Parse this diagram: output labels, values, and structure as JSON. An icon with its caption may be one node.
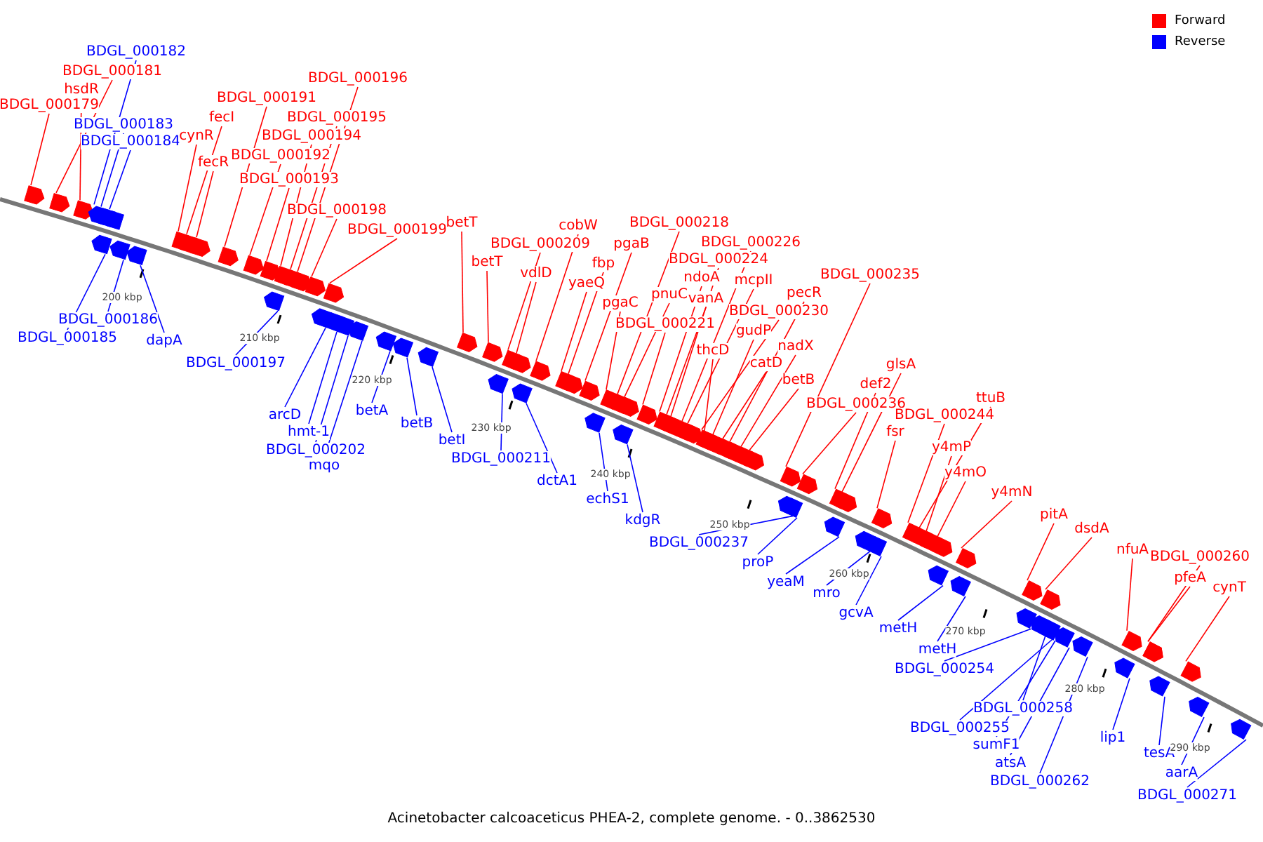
{
  "diagram": {
    "caption": "Acinetobacter calcoaceticus PHEA-2, complete genome. - 0..3862530",
    "nodes": [
      {
        "text": [
          "BDGL_000179"
        ]
      },
      {
        "text": [
          "BDGL_000181"
        ]
      },
      {
        "text": [
          "hsdR"
        ]
      },
      {
        "text": [
          "BDGL_000182"
        ]
      },
      {
        "text": [
          "BDGL_000183"
        ]
      },
      {
        "text": [
          "BDGL_000184"
        ]
      },
      {
        "text": [
          "BDGL_000191"
        ]
      },
      {
        "text": [
          "fecI"
        ]
      },
      {
        "text": [
          "cynR"
        ]
      },
      {
        "text": [
          "fecR"
        ]
      },
      {
        "text": [
          "BDGL_000192"
        ]
      },
      {
        "text": [
          "BDGL_000193"
        ]
      },
      {
        "text": [
          "BDGL_000194"
        ]
      },
      {
        "text": [
          "BDGL_000195"
        ]
      },
      {
        "text": [
          "BDGL_000196"
        ]
      },
      {
        "text": [
          "BDGL_000198"
        ]
      },
      {
        "text": [
          "BDGL_000199"
        ]
      },
      {
        "text": [
          "betT"
        ]
      },
      {
        "text": [
          "betT"
        ]
      },
      {
        "text": [
          "BDGL_000209"
        ]
      },
      {
        "text": [
          "vdlD"
        ]
      },
      {
        "text": [
          "cobW"
        ]
      },
      {
        "text": [
          "yaeQ"
        ]
      },
      {
        "text": [
          "fbp"
        ]
      },
      {
        "text": [
          "pgaB"
        ]
      },
      {
        "text": [
          "BDGL_000218"
        ]
      },
      {
        "text": [
          "pgaC"
        ]
      },
      {
        "text": [
          "pnuC"
        ]
      },
      {
        "text": [
          "BDGL_000221"
        ]
      },
      {
        "text": [
          "ndoA"
        ]
      },
      {
        "text": [
          "vanA"
        ]
      },
      {
        "text": [
          "BDGL_000224"
        ]
      },
      {
        "text": [
          "BDGL_000226"
        ]
      },
      {
        "text": [
          "mcpII"
        ]
      },
      {
        "text": [
          "BDGL_000230"
        ]
      },
      {
        "text": [
          "thcD"
        ]
      },
      {
        "text": [
          "gudP"
        ]
      },
      {
        "text": [
          "catD"
        ]
      },
      {
        "text": [
          "pecR"
        ]
      },
      {
        "text": [
          "nadX"
        ]
      },
      {
        "text": [
          "betB"
        ]
      },
      {
        "text": [
          "BDGL_000235"
        ]
      },
      {
        "text": [
          "BDGL_000236"
        ]
      },
      {
        "text": [
          "glsA"
        ]
      },
      {
        "text": [
          "def2"
        ]
      },
      {
        "text": [
          "fsr"
        ]
      },
      {
        "text": [
          "BDGL_000244"
        ]
      },
      {
        "text": [
          "ttuB"
        ]
      },
      {
        "text": [
          "y4mP"
        ]
      },
      {
        "text": [
          "y4mO"
        ]
      },
      {
        "text": [
          "y4mN"
        ]
      },
      {
        "text": [
          "pitA"
        ]
      },
      {
        "text": [
          "dsdA"
        ]
      },
      {
        "text": [
          "nfuA"
        ]
      },
      {
        "text": [
          "BDGL_000260"
        ]
      },
      {
        "text": [
          "pfeA"
        ]
      },
      {
        "text": [
          "cynT"
        ]
      },
      {
        "text": [
          "BDGL_000185"
        ]
      },
      {
        "text": [
          "BDGL_000186"
        ]
      },
      {
        "text": [
          "dapA"
        ]
      },
      {
        "text": [
          "BDGL_000197"
        ]
      },
      {
        "text": [
          "arcD"
        ]
      },
      {
        "text": [
          "hmt-1"
        ]
      },
      {
        "text": [
          "BDGL_000202"
        ]
      },
      {
        "text": [
          "mqo"
        ]
      },
      {
        "text": [
          "betA"
        ]
      },
      {
        "text": [
          "betB"
        ]
      },
      {
        "text": [
          "betI"
        ]
      },
      {
        "text": [
          "BDGL_000211"
        ]
      },
      {
        "text": [
          "dctA1"
        ]
      },
      {
        "text": [
          "echS1"
        ]
      },
      {
        "text": [
          "kdgR"
        ]
      },
      {
        "text": [
          "BDGL_000237"
        ]
      },
      {
        "text": [
          "proP"
        ]
      },
      {
        "text": [
          "yeaM"
        ]
      },
      {
        "text": [
          "mro"
        ]
      },
      {
        "text": [
          "gcvA"
        ]
      },
      {
        "text": [
          "metH"
        ]
      },
      {
        "text": [
          "metH"
        ]
      },
      {
        "text": [
          "BDGL_000254"
        ]
      },
      {
        "text": [
          "BDGL_000258"
        ]
      },
      {
        "text": [
          "BDGL_000255"
        ]
      },
      {
        "text": [
          "sumF1"
        ]
      },
      {
        "text": [
          "atsA"
        ]
      },
      {
        "text": [
          "BDGL_000262"
        ]
      },
      {
        "text": [
          "lip1"
        ]
      },
      {
        "text": [
          "tesA"
        ]
      },
      {
        "text": [
          "aarA"
        ]
      },
      {
        "text": [
          "BDGL_000271"
        ]
      },
      {
        "text": [],
        "shape": "box"
      },
      {
        "text": [],
        "shape": "box"
      },
      {
        "text": [],
        "shape": "box"
      },
      {
        "text": [],
        "shape": "box"
      },
      {
        "text": [],
        "shape": "box"
      },
      {
        "text": [],
        "shape": "box"
      },
      {
        "text": [],
        "shape": "box"
      },
      {
        "text": [],
        "shape": "box"
      },
      {
        "text": [],
        "shape": "box"
      },
      {
        "text": [],
        "shape": "box"
      },
      {
        "text": [],
        "shape": "box"
      },
      {
        "text": [],
        "shape": "box"
      },
      {
        "text": [],
        "shape": "box"
      },
      {
        "text": [],
        "shape": "box"
      },
      {
        "text": [],
        "shape": "box"
      },
      {
        "text": [],
        "shape": "box"
      },
      {
        "text": [],
        "shape": "box"
      },
      {
        "text": [],
        "shape": "box"
      },
      {
        "text": [],
        "shape": "box"
      },
      {
        "text": [],
        "shape": "box"
      },
      {
        "text": [],
        "shape": "box"
      },
      {
        "text": [],
        "shape": "box"
      },
      {
        "text": [],
        "shape": "box"
      },
      {
        "text": [],
        "shape": "box"
      },
      {
        "text": [],
        "shape": "box"
      },
      {
        "text": [],
        "shape": "box"
      },
      {
        "text": [],
        "shape": "box"
      },
      {
        "text": [],
        "shape": "box"
      },
      {
        "text": [],
        "shape": "box"
      },
      {
        "text": [],
        "shape": "box"
      },
      {
        "text": [],
        "shape": "box"
      },
      {
        "text": [],
        "shape": "box"
      },
      {
        "text": [],
        "shape": "box"
      },
      {
        "text": [],
        "shape": "box"
      },
      {
        "text": [],
        "shape": "box"
      },
      {
        "text": [],
        "shape": "box"
      },
      {
        "text": [],
        "shape": "box"
      },
      {
        "text": [],
        "shape": "box"
      },
      {
        "text": [],
        "shape": "box"
      },
      {
        "text": [],
        "shape": "box"
      },
      {
        "text": [],
        "shape": "box"
      },
      {
        "text": [],
        "shape": "box"
      },
      {
        "text": [],
        "shape": "box"
      },
      {
        "text": [],
        "shape": "box"
      },
      {
        "text": [],
        "shape": "box"
      },
      {
        "text": [],
        "shape": "box"
      },
      {
        "text": [],
        "shape": "box"
      },
      {
        "text": [],
        "shape": "box"
      },
      {
        "text": [],
        "shape": "box"
      },
      {
        "text": [],
        "shape": "box"
      },
      {
        "text": [],
        "shape": "box"
      },
      {
        "text": [],
        "shape": "box"
      },
      {
        "text": [],
        "shape": "box"
      },
      {
        "text": [],
        "shape": "box"
      },
      {
        "text": [],
        "shape": "box"
      },
      {
        "text": [],
        "shape": "box"
      },
      {
        "text": [],
        "shape": "box"
      },
      {
        "text": [],
        "shape": "box"
      },
      {
        "text": [],
        "shape": "box"
      },
      {
        "text": [],
        "shape": "box"
      },
      {
        "text": [],
        "shape": "box"
      },
      {
        "text": [],
        "shape": "box"
      },
      {
        "text": [],
        "shape": "box"
      },
      {
        "text": [],
        "shape": "box"
      },
      {
        "text": [],
        "shape": "box"
      },
      {
        "text": [],
        "shape": "box"
      },
      {
        "text": [],
        "shape": "box"
      },
      {
        "text": [],
        "shape": "box"
      },
      {
        "text": [],
        "shape": "box"
      },
      {
        "text": [],
        "shape": "box"
      },
      {
        "text": [],
        "shape": "box"
      },
      {
        "text": [],
        "shape": "box"
      },
      {
        "text": [],
        "shape": "box"
      },
      {
        "text": [],
        "shape": "box"
      },
      {
        "text": [],
        "shape": "box"
      },
      {
        "text": [],
        "shape": "box"
      },
      {
        "text": [],
        "shape": "box"
      },
      {
        "text": [],
        "shape": "box"
      },
      {
        "text": [],
        "shape": "box"
      },
      {
        "text": [],
        "shape": "box"
      },
      {
        "text": [],
        "shape": "box"
      },
      {
        "text": [],
        "shape": "box"
      },
      {
        "text": [],
        "shape": "box"
      },
      {
        "text": [],
        "shape": "box"
      },
      {
        "text": [],
        "shape": "box"
      },
      {
        "text": [],
        "shape": "box"
      },
      {
        "text": [],
        "shape": "box"
      },
      {
        "text": [],
        "shape": "box"
      },
      {
        "text": [],
        "shape": "box"
      }
    ],
    "edges": [
      {
        "from": 0,
        "to": 89,
        "arrow": "none"
      },
      {
        "from": 1,
        "to": 90,
        "arrow": "none"
      },
      {
        "from": 2,
        "to": 91,
        "arrow": "none"
      },
      {
        "from": 3,
        "to": 92,
        "arrow": "none",
        "color": "#0000ff"
      },
      {
        "from": 4,
        "to": 93,
        "arrow": "none",
        "color": "#0000ff"
      },
      {
        "from": 5,
        "to": 94,
        "arrow": "none",
        "color": "#0000ff"
      },
      {
        "from": 6,
        "to": 95,
        "arrow": "none"
      },
      {
        "from": 7,
        "to": 96,
        "arrow": "none"
      },
      {
        "from": 8,
        "to": 97,
        "arrow": "none"
      },
      {
        "from": 9,
        "to": 98,
        "arrow": "none"
      },
      {
        "from": 10,
        "to": 99,
        "arrow": "none"
      },
      {
        "from": 11,
        "to": 100,
        "arrow": "none"
      },
      {
        "from": 12,
        "to": 101,
        "arrow": "none"
      },
      {
        "from": 13,
        "to": 102,
        "arrow": "none"
      },
      {
        "from": 14,
        "to": 103,
        "arrow": "none"
      },
      {
        "from": 15,
        "to": 104,
        "arrow": "none"
      },
      {
        "from": 16,
        "to": 105,
        "arrow": "none"
      },
      {
        "from": 17,
        "to": 106,
        "arrow": "none"
      },
      {
        "from": 18,
        "to": 107,
        "arrow": "none"
      },
      {
        "from": 19,
        "to": 108,
        "arrow": "none"
      },
      {
        "from": 20,
        "to": 109,
        "arrow": "none"
      },
      {
        "from": 21,
        "to": 110,
        "arrow": "none"
      },
      {
        "from": 22,
        "to": 111,
        "arrow": "none"
      },
      {
        "from": 23,
        "to": 112,
        "arrow": "none"
      },
      {
        "from": 24,
        "to": 113,
        "arrow": "none"
      },
      {
        "from": 25,
        "to": 114,
        "arrow": "none"
      },
      {
        "from": 26,
        "to": 115,
        "arrow": "none"
      },
      {
        "from": 27,
        "to": 116,
        "arrow": "none"
      },
      {
        "from": 28,
        "to": 117,
        "arrow": "none"
      },
      {
        "from": 29,
        "to": 118,
        "arrow": "none"
      },
      {
        "from": 30,
        "to": 119,
        "arrow": "none"
      },
      {
        "from": 31,
        "to": 120,
        "arrow": "none"
      },
      {
        "from": 32,
        "to": 121,
        "arrow": "none"
      },
      {
        "from": 33,
        "to": 122,
        "arrow": "none"
      },
      {
        "from": 34,
        "to": 123,
        "arrow": "none"
      },
      {
        "from": 35,
        "to": 124,
        "arrow": "none"
      },
      {
        "from": 36,
        "to": 125,
        "arrow": "none"
      },
      {
        "from": 37,
        "to": 126,
        "arrow": "none"
      },
      {
        "from": 38,
        "to": 127,
        "arrow": "none"
      },
      {
        "from": 39,
        "to": 128,
        "arrow": "none"
      },
      {
        "from": 40,
        "to": 129,
        "arrow": "none"
      },
      {
        "from": 41,
        "to": 130,
        "arrow": "none"
      },
      {
        "from": 42,
        "to": 131,
        "arrow": "none"
      },
      {
        "from": 43,
        "to": 132,
        "arrow": "none"
      },
      {
        "from": 44,
        "to": 133,
        "arrow": "none"
      },
      {
        "from": 45,
        "to": 134,
        "arrow": "none"
      },
      {
        "from": 46,
        "to": 135,
        "arrow": "none"
      },
      {
        "from": 47,
        "to": 136,
        "arrow": "none"
      },
      {
        "from": 48,
        "to": 137,
        "arrow": "none"
      },
      {
        "from": 49,
        "to": 138,
        "arrow": "none"
      },
      {
        "from": 50,
        "to": 139,
        "arrow": "none"
      },
      {
        "from": 51,
        "to": 140,
        "arrow": "none"
      },
      {
        "from": 52,
        "to": 141,
        "arrow": "none"
      },
      {
        "from": 53,
        "to": 142,
        "arrow": "none"
      },
      {
        "from": 54,
        "to": 143,
        "arrow": "none"
      },
      {
        "from": 55,
        "to": 144,
        "arrow": "none"
      },
      {
        "from": 56,
        "to": 145,
        "arrow": "none"
      },
      {
        "from": 57,
        "to": 146,
        "arrow": "none",
        "color": "#0000ff"
      },
      {
        "from": 58,
        "to": 147,
        "arrow": "none",
        "color": "#0000ff"
      },
      {
        "from": 59,
        "to": 148,
        "arrow": "none",
        "color": "#0000ff"
      },
      {
        "from": 60,
        "to": 149,
        "arrow": "none",
        "color": "#0000ff"
      },
      {
        "from": 61,
        "to": 150,
        "arrow": "none",
        "color": "#0000ff"
      },
      {
        "from": 62,
        "to": 151,
        "arrow": "none",
        "color": "#0000ff"
      },
      {
        "from": 63,
        "to": 152,
        "arrow": "none",
        "color": "#0000ff"
      },
      {
        "from": 64,
        "to": 153,
        "arrow": "none",
        "color": "#0000ff"
      },
      {
        "from": 65,
        "to": 154,
        "arrow": "none",
        "color": "#0000ff"
      },
      {
        "from": 66,
        "to": 155,
        "arrow": "none",
        "color": "#0000ff"
      },
      {
        "from": 67,
        "to": 156,
        "arrow": "none",
        "color": "#0000ff"
      },
      {
        "from": 68,
        "to": 157,
        "arrow": "none",
        "color": "#0000ff"
      },
      {
        "from": 69,
        "to": 158,
        "arrow": "none",
        "color": "#0000ff"
      },
      {
        "from": 70,
        "to": 159,
        "arrow": "none",
        "color": "#0000ff"
      },
      {
        "from": 71,
        "to": 160,
        "arrow": "none",
        "color": "#0000ff"
      },
      {
        "from": 72,
        "to": 161,
        "arrow": "none",
        "color": "#0000ff"
      },
      {
        "from": 73,
        "to": 162,
        "arrow": "none",
        "color": "#0000ff"
      },
      {
        "from": 74,
        "to": 163,
        "arrow": "none",
        "color": "#0000ff"
      },
      {
        "from": 75,
        "to": 164,
        "arrow": "none",
        "color": "#0000ff"
      },
      {
        "from": 76,
        "to": 165,
        "arrow": "none",
        "color": "#0000ff"
      },
      {
        "from": 77,
        "to": 166,
        "arrow": "none",
        "color": "#0000ff"
      },
      {
        "from": 78,
        "to": 167,
        "arrow": "none",
        "color": "#0000ff"
      },
      {
        "from": 79,
        "to": 168,
        "arrow": "none",
        "color": "#0000ff"
      },
      {
        "from": 80,
        "to": 169,
        "arrow": "none",
        "color": "#0000ff"
      },
      {
        "from": 81,
        "to": 170,
        "arrow": "none",
        "color": "#0000ff"
      },
      {
        "from": 82,
        "to": 171,
        "arrow": "none",
        "color": "#0000ff"
      },
      {
        "from": 83,
        "to": 172,
        "arrow": "none",
        "color": "#0000ff"
      },
      {
        "from": 84,
        "to": 173,
        "arrow": "none",
        "color": "#0000ff"
      },
      {
        "from": 85,
        "to": 174,
        "arrow": "none",
        "color": "#0000ff"
      },
      {
        "from": 86,
        "to": 175,
        "arrow": "none",
        "color": "#0000ff"
      },
      {
        "from": 87,
        "to": 176,
        "arrow": "none",
        "color": "#0000ff"
      },
      {
        "from": 88,
        "to": 177,
        "arrow": "none",
        "color": "#0000ff"
      }
    ],
    "labels": [
      "200 kbp",
      "210 kbp",
      "220 kbp",
      "230 kbp",
      "240 kbp",
      "250 kbp",
      "260 kbp",
      "270 kbp",
      "280 kbp",
      "290 kbp"
    ],
    "legend": [
      {
        "text": "Forward",
        "color": "#ff0000"
      },
      {
        "text": "Reverse",
        "color": "#0000ff"
      }
    ]
  }
}
